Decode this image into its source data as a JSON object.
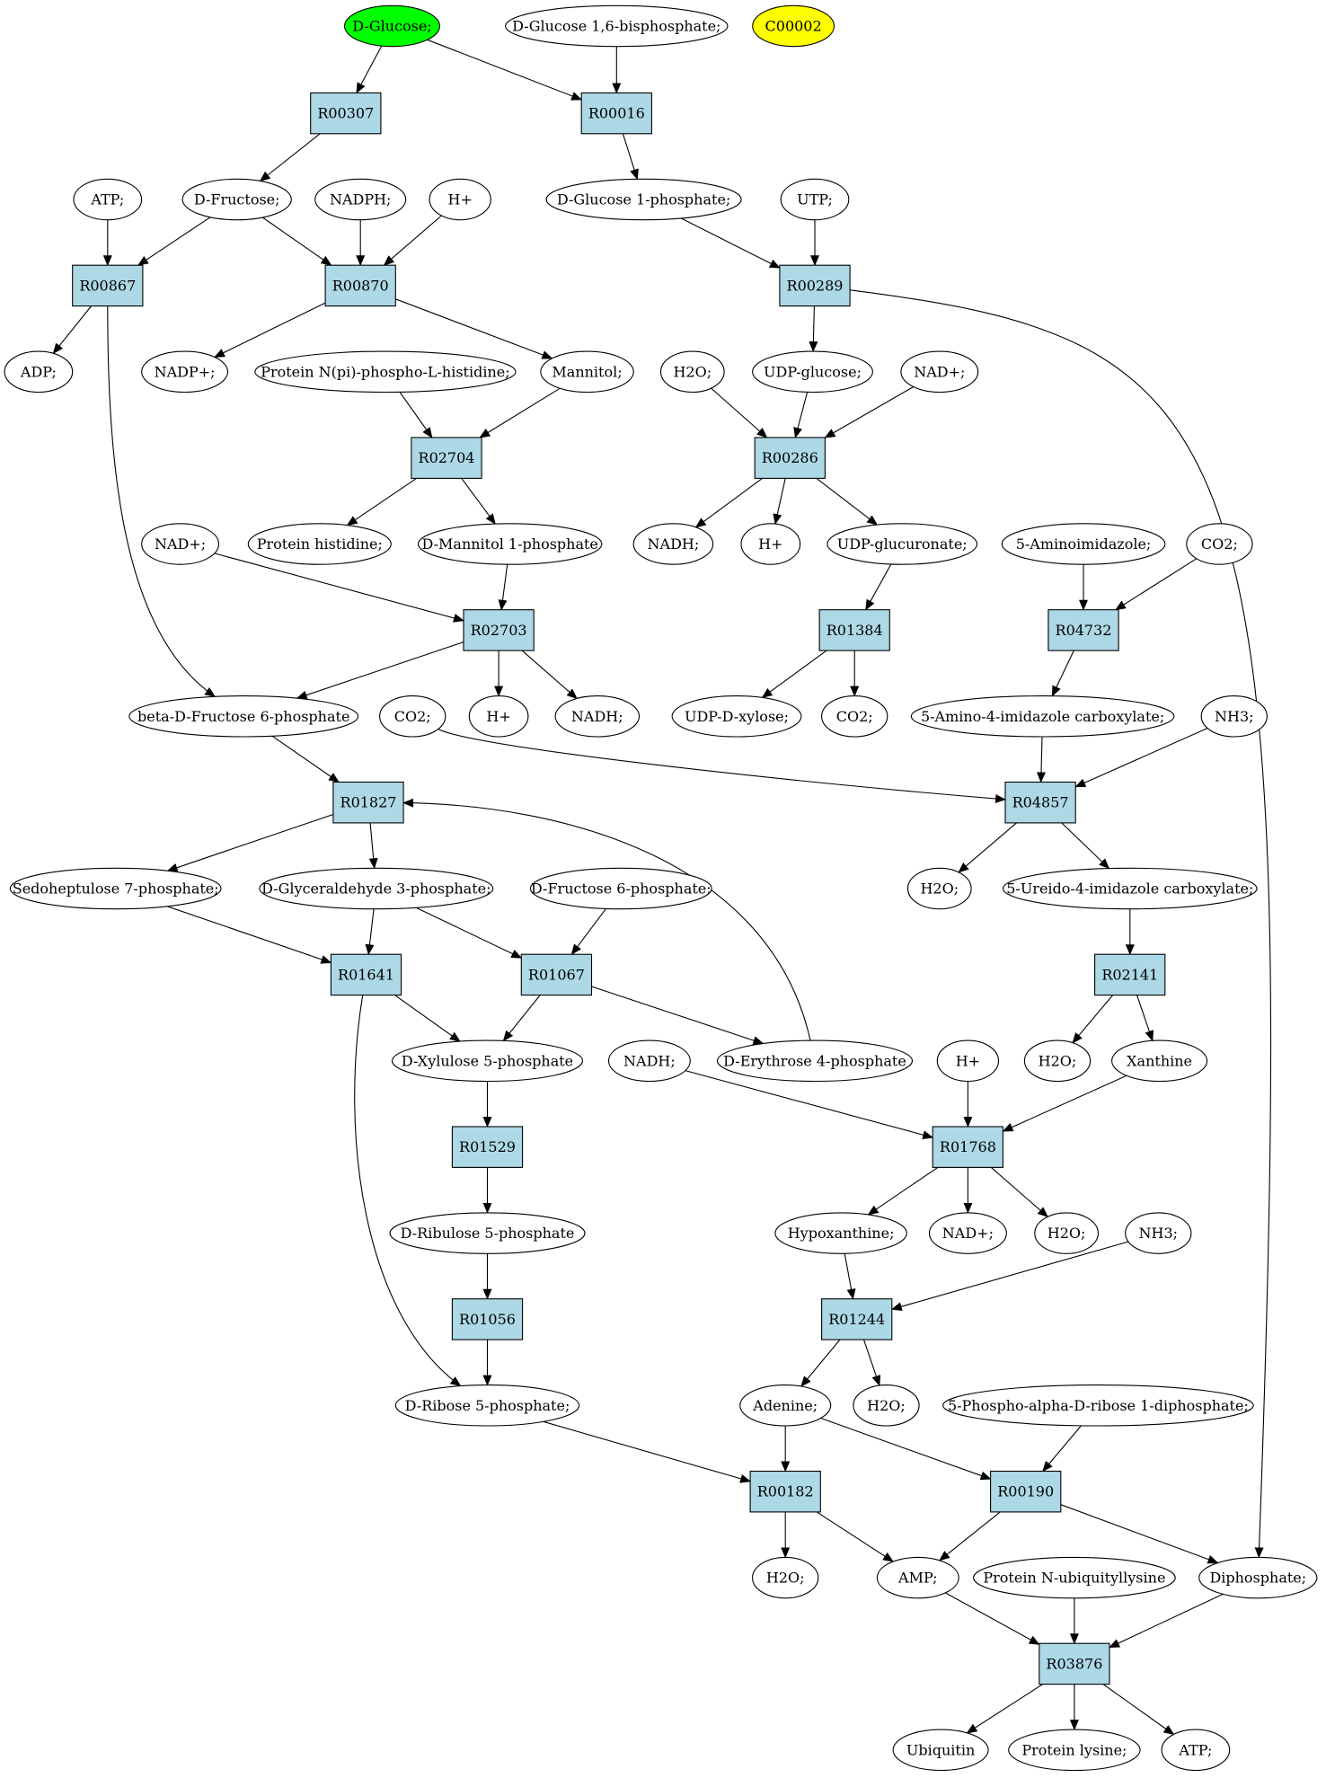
{
  "graph": {
    "colors": {
      "reaction_fill": "#add8e6",
      "compound_fill": "#ffffff",
      "start_fill": "#00ff00",
      "highlight_fill": "#ffff00",
      "stroke": "#000000"
    },
    "nodes": [
      {
        "id": "glucose",
        "label": "D-Glucose;",
        "kind": "compound",
        "fill": "start"
      },
      {
        "id": "g16bp",
        "label": "D-Glucose 1,6-bisphosphate;",
        "kind": "compound"
      },
      {
        "id": "c00002",
        "label": "C00002",
        "kind": "compound",
        "fill": "highlight"
      },
      {
        "id": "R00307",
        "label": "R00307",
        "kind": "reaction"
      },
      {
        "id": "R00016",
        "label": "R00016",
        "kind": "reaction"
      },
      {
        "id": "atp1",
        "label": "ATP;",
        "kind": "compound"
      },
      {
        "id": "fructose",
        "label": "D-Fructose;",
        "kind": "compound"
      },
      {
        "id": "nadph",
        "label": "NADPH;",
        "kind": "compound"
      },
      {
        "id": "hplus1",
        "label": "H+",
        "kind": "compound"
      },
      {
        "id": "g1p",
        "label": "D-Glucose 1-phosphate;",
        "kind": "compound"
      },
      {
        "id": "utp",
        "label": "UTP;",
        "kind": "compound"
      },
      {
        "id": "R00867",
        "label": "R00867",
        "kind": "reaction"
      },
      {
        "id": "R00870",
        "label": "R00870",
        "kind": "reaction"
      },
      {
        "id": "R00289",
        "label": "R00289",
        "kind": "reaction"
      },
      {
        "id": "adp",
        "label": "ADP;",
        "kind": "compound"
      },
      {
        "id": "nadpplus",
        "label": "NADP+;",
        "kind": "compound"
      },
      {
        "id": "protnpi",
        "label": "Protein N(pi)-phospho-L-histidine;",
        "kind": "compound"
      },
      {
        "id": "mannitol",
        "label": "Mannitol;",
        "kind": "compound"
      },
      {
        "id": "h2o1",
        "label": "H2O;",
        "kind": "compound"
      },
      {
        "id": "udpglucose",
        "label": "UDP-glucose;",
        "kind": "compound"
      },
      {
        "id": "nadplus1",
        "label": "NAD+;",
        "kind": "compound"
      },
      {
        "id": "R02704",
        "label": "R02704",
        "kind": "reaction"
      },
      {
        "id": "R00286",
        "label": "R00286",
        "kind": "reaction"
      },
      {
        "id": "nadplus2",
        "label": "NAD+;",
        "kind": "compound"
      },
      {
        "id": "prothis",
        "label": "Protein histidine;",
        "kind": "compound"
      },
      {
        "id": "mannitol1p",
        "label": "D-Mannitol 1-phosphate",
        "kind": "compound"
      },
      {
        "id": "nadh1",
        "label": "NADH;",
        "kind": "compound"
      },
      {
        "id": "hplus2",
        "label": "H+",
        "kind": "compound"
      },
      {
        "id": "udpglucuronate",
        "label": "UDP-glucuronate;",
        "kind": "compound"
      },
      {
        "id": "aminoimid",
        "label": "5-Aminoimidazole;",
        "kind": "compound"
      },
      {
        "id": "co2a",
        "label": "CO2;",
        "kind": "compound"
      },
      {
        "id": "R02703",
        "label": "R02703",
        "kind": "reaction"
      },
      {
        "id": "R01384",
        "label": "R01384",
        "kind": "reaction"
      },
      {
        "id": "R04732",
        "label": "R04732",
        "kind": "reaction"
      },
      {
        "id": "bf6p",
        "label": "beta-D-Fructose 6-phosphate",
        "kind": "compound"
      },
      {
        "id": "co2b",
        "label": "CO2;",
        "kind": "compound"
      },
      {
        "id": "hplus3",
        "label": "H+",
        "kind": "compound"
      },
      {
        "id": "nadh2",
        "label": "NADH;",
        "kind": "compound"
      },
      {
        "id": "udpxylose",
        "label": "UDP-D-xylose;",
        "kind": "compound"
      },
      {
        "id": "co2c",
        "label": "CO2;",
        "kind": "compound"
      },
      {
        "id": "aicarbox",
        "label": "5-Amino-4-imidazole carboxylate;",
        "kind": "compound"
      },
      {
        "id": "nh3a",
        "label": "NH3;",
        "kind": "compound"
      },
      {
        "id": "R01827",
        "label": "R01827",
        "kind": "reaction"
      },
      {
        "id": "R04857",
        "label": "R04857",
        "kind": "reaction"
      },
      {
        "id": "sedo7p",
        "label": "Sedoheptulose 7-phosphate;",
        "kind": "compound"
      },
      {
        "id": "ga3p",
        "label": "D-Glyceraldehyde 3-phosphate;",
        "kind": "compound"
      },
      {
        "id": "f6p",
        "label": "D-Fructose 6-phosphate;",
        "kind": "compound"
      },
      {
        "id": "h2o2",
        "label": "H2O;",
        "kind": "compound"
      },
      {
        "id": "ureido",
        "label": "5-Ureido-4-imidazole carboxylate;",
        "kind": "compound"
      },
      {
        "id": "R01641",
        "label": "R01641",
        "kind": "reaction"
      },
      {
        "id": "R01067",
        "label": "R01067",
        "kind": "reaction"
      },
      {
        "id": "R02141",
        "label": "R02141",
        "kind": "reaction"
      },
      {
        "id": "xylulose5p",
        "label": "D-Xylulose 5-phosphate",
        "kind": "compound"
      },
      {
        "id": "nadh3",
        "label": "NADH;",
        "kind": "compound"
      },
      {
        "id": "erythrose4p",
        "label": "D-Erythrose 4-phosphate",
        "kind": "compound"
      },
      {
        "id": "hplus4",
        "label": "H+",
        "kind": "compound"
      },
      {
        "id": "h2o3",
        "label": "H2O;",
        "kind": "compound"
      },
      {
        "id": "xanthine",
        "label": "Xanthine",
        "kind": "compound"
      },
      {
        "id": "R01529",
        "label": "R01529",
        "kind": "reaction"
      },
      {
        "id": "R01768",
        "label": "R01768",
        "kind": "reaction"
      },
      {
        "id": "ribulose5p",
        "label": "D-Ribulose 5-phosphate",
        "kind": "compound"
      },
      {
        "id": "hypoxanthine",
        "label": "Hypoxanthine;",
        "kind": "compound"
      },
      {
        "id": "nadplus3",
        "label": "NAD+;",
        "kind": "compound"
      },
      {
        "id": "h2o4",
        "label": "H2O;",
        "kind": "compound"
      },
      {
        "id": "nh3b",
        "label": "NH3;",
        "kind": "compound"
      },
      {
        "id": "R01056",
        "label": "R01056",
        "kind": "reaction"
      },
      {
        "id": "R01244",
        "label": "R01244",
        "kind": "reaction"
      },
      {
        "id": "ribose5p",
        "label": "D-Ribose 5-phosphate;",
        "kind": "compound"
      },
      {
        "id": "adenine",
        "label": "Adenine;",
        "kind": "compound"
      },
      {
        "id": "h2o5",
        "label": "H2O;",
        "kind": "compound"
      },
      {
        "id": "prpp",
        "label": "5-Phospho-alpha-D-ribose 1-diphosphate;",
        "kind": "compound"
      },
      {
        "id": "R00182",
        "label": "R00182",
        "kind": "reaction"
      },
      {
        "id": "R00190",
        "label": "R00190",
        "kind": "reaction"
      },
      {
        "id": "h2o6",
        "label": "H2O;",
        "kind": "compound"
      },
      {
        "id": "amp",
        "label": "AMP;",
        "kind": "compound"
      },
      {
        "id": "protubi",
        "label": "Protein N-ubiquityllysine",
        "kind": "compound"
      },
      {
        "id": "diphosphate",
        "label": "Diphosphate;",
        "kind": "compound"
      },
      {
        "id": "R03876",
        "label": "R03876",
        "kind": "reaction"
      },
      {
        "id": "ubiquitin",
        "label": "Ubiquitin",
        "kind": "compound"
      },
      {
        "id": "protlys",
        "label": "Protein lysine;",
        "kind": "compound"
      },
      {
        "id": "atp2",
        "label": "ATP;",
        "kind": "compound"
      }
    ],
    "edges": [
      [
        "glucose",
        "R00307"
      ],
      [
        "glucose",
        "R00016"
      ],
      [
        "g16bp",
        "R00016"
      ],
      [
        "R00307",
        "fructose"
      ],
      [
        "R00016",
        "g1p"
      ],
      [
        "atp1",
        "R00867"
      ],
      [
        "fructose",
        "R00867"
      ],
      [
        "fructose",
        "R00870"
      ],
      [
        "nadph",
        "R00870"
      ],
      [
        "hplus1",
        "R00870"
      ],
      [
        "g1p",
        "R00289"
      ],
      [
        "utp",
        "R00289"
      ],
      [
        "R00867",
        "adp"
      ],
      [
        "R00867",
        "bf6p"
      ],
      [
        "R00870",
        "nadpplus"
      ],
      [
        "R00870",
        "mannitol"
      ],
      [
        "R00289",
        "udpglucose"
      ],
      [
        "R00289",
        "diphosphate"
      ],
      [
        "protnpi",
        "R02704"
      ],
      [
        "mannitol",
        "R02704"
      ],
      [
        "R02704",
        "prothis"
      ],
      [
        "R02704",
        "mannitol1p"
      ],
      [
        "h2o1",
        "R00286"
      ],
      [
        "udpglucose",
        "R00286"
      ],
      [
        "nadplus1",
        "R00286"
      ],
      [
        "R00286",
        "nadh1"
      ],
      [
        "R00286",
        "hplus2"
      ],
      [
        "R00286",
        "udpglucuronate"
      ],
      [
        "nadplus2",
        "R02703"
      ],
      [
        "mannitol1p",
        "R02703"
      ],
      [
        "R02703",
        "bf6p"
      ],
      [
        "R02703",
        "hplus3"
      ],
      [
        "R02703",
        "nadh2"
      ],
      [
        "udpglucuronate",
        "R01384"
      ],
      [
        "R01384",
        "udpxylose"
      ],
      [
        "R01384",
        "co2c"
      ],
      [
        "aminoimid",
        "R04732"
      ],
      [
        "co2a",
        "R04732"
      ],
      [
        "R04732",
        "aicarbox"
      ],
      [
        "bf6p",
        "R01827"
      ],
      [
        "co2b",
        "R04857"
      ],
      [
        "aicarbox",
        "R04857"
      ],
      [
        "nh3a",
        "R04857"
      ],
      [
        "R04857",
        "h2o2"
      ],
      [
        "R04857",
        "ureido"
      ],
      [
        "R01827",
        "sedo7p"
      ],
      [
        "R01827",
        "ga3p"
      ],
      [
        "erythrose4p",
        "R01827"
      ],
      [
        "sedo7p",
        "R01641"
      ],
      [
        "ga3p",
        "R01641"
      ],
      [
        "ga3p",
        "R01067"
      ],
      [
        "f6p",
        "R01067"
      ],
      [
        "R01641",
        "xylulose5p"
      ],
      [
        "R01641",
        "ribose5p"
      ],
      [
        "R01067",
        "xylulose5p"
      ],
      [
        "R01067",
        "erythrose4p"
      ],
      [
        "ureido",
        "R02141"
      ],
      [
        "R02141",
        "h2o3"
      ],
      [
        "R02141",
        "xanthine"
      ],
      [
        "xylulose5p",
        "R01529"
      ],
      [
        "R01529",
        "ribulose5p"
      ],
      [
        "nadh3",
        "R01768"
      ],
      [
        "hplus4",
        "R01768"
      ],
      [
        "xanthine",
        "R01768"
      ],
      [
        "R01768",
        "hypoxanthine"
      ],
      [
        "R01768",
        "nadplus3"
      ],
      [
        "R01768",
        "h2o4"
      ],
      [
        "ribulose5p",
        "R01056"
      ],
      [
        "R01056",
        "ribose5p"
      ],
      [
        "hypoxanthine",
        "R01244"
      ],
      [
        "nh3b",
        "R01244"
      ],
      [
        "R01244",
        "adenine"
      ],
      [
        "R01244",
        "h2o5"
      ],
      [
        "ribose5p",
        "R00182"
      ],
      [
        "adenine",
        "R00182"
      ],
      [
        "adenine",
        "R00190"
      ],
      [
        "prpp",
        "R00190"
      ],
      [
        "R00182",
        "h2o6"
      ],
      [
        "R00182",
        "amp"
      ],
      [
        "R00190",
        "amp"
      ],
      [
        "R00190",
        "diphosphate"
      ],
      [
        "amp",
        "R03876"
      ],
      [
        "protubi",
        "R03876"
      ],
      [
        "diphosphate",
        "R03876"
      ],
      [
        "R03876",
        "ubiquitin"
      ],
      [
        "R03876",
        "protlys"
      ],
      [
        "R03876",
        "atp2"
      ]
    ]
  }
}
